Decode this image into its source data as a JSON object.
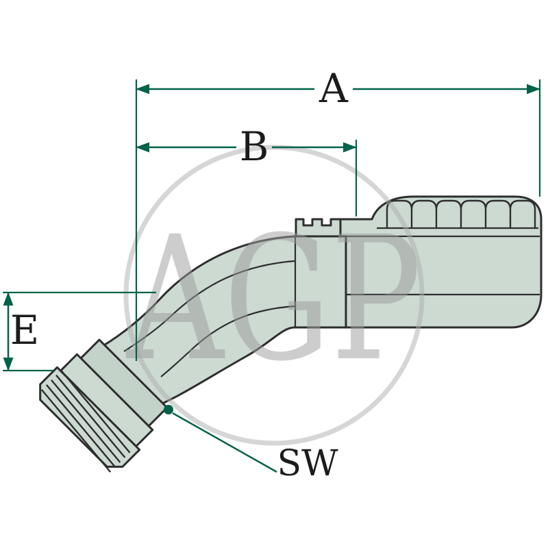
{
  "watermark": {
    "text": "AGP"
  },
  "dimension_labels": {
    "a": "A",
    "b": "B",
    "e": "E",
    "sw": "SW"
  },
  "colors": {
    "background": "#ffffff",
    "dimension_line": "#006249",
    "label_text": "#1c1c1c",
    "part_outline": "#2e2e2e",
    "part_fill": "#ccdad2",
    "watermark_gray": "#9c9c9c"
  },
  "drawing": {
    "kind": "technical-dimension-drawing",
    "subject": "45-degree elbow hose fitting with female swivel nut and crimp ferrule",
    "dimensions_marked": [
      "A",
      "B",
      "E",
      "SW"
    ]
  }
}
